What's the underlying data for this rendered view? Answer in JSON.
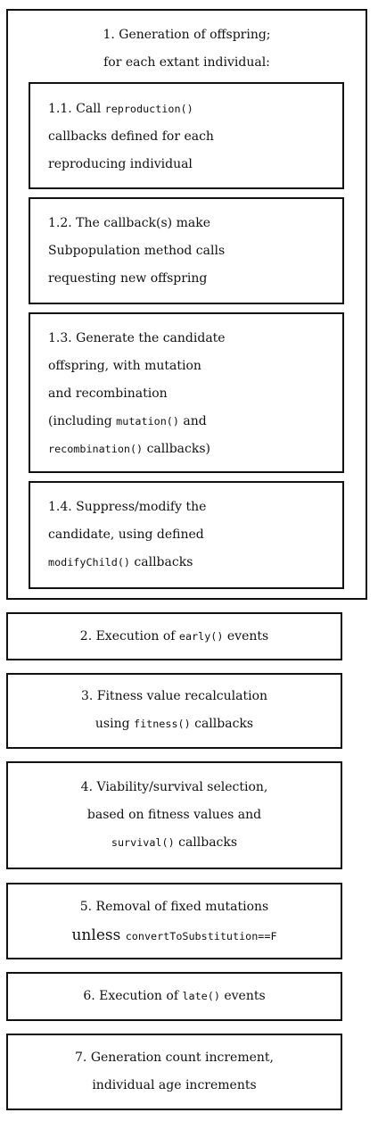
{
  "step1": {
    "header_line1": "1. Generation of offspring;",
    "header_line2": "for each extant individual:",
    "sub1": {
      "line1_text": "1.1. Call ",
      "line1_code": "reproduction()",
      "line2": "callbacks defined for each",
      "line3": "reproducing individual"
    },
    "sub2": {
      "line1": "1.2. The callback(s) make",
      "line2": "Subpopulation method calls",
      "line3": "requesting new offspring"
    },
    "sub3": {
      "line1": "1.3. Generate the candidate",
      "line2": "offspring, with mutation",
      "line3": "and recombination",
      "line4_pre": "(including ",
      "line4_code": "mutation()",
      "line4_post": " and",
      "line5_code": "recombination()",
      "line5_post": " callbacks)"
    },
    "sub4": {
      "line1": "1.4. Suppress/modify the",
      "line2": "candidate, using defined",
      "line3_code": "modifyChild()",
      "line3_post": " callbacks"
    }
  },
  "step2": {
    "pre": "2. Execution of ",
    "code": "early()",
    "post": " events"
  },
  "step3": {
    "line1": "3. Fitness value recalculation",
    "line2_pre": "using ",
    "line2_code": "fitness()",
    "line2_post": " callbacks"
  },
  "step4": {
    "line1": "4. Viability/survival selection,",
    "line2": "based on fitness values and",
    "line3_code": "survival()",
    "line3_post": " callbacks"
  },
  "step5": {
    "line1": "5. Removal of fixed mutations",
    "line2_pre": "unless ",
    "line2_code": "convertToSubstitution==F"
  },
  "step6": {
    "pre": "6. Execution of ",
    "code": "late()",
    "post": " events"
  },
  "step7": {
    "line1": "7. Generation count increment,",
    "line2": "individual age increments"
  }
}
